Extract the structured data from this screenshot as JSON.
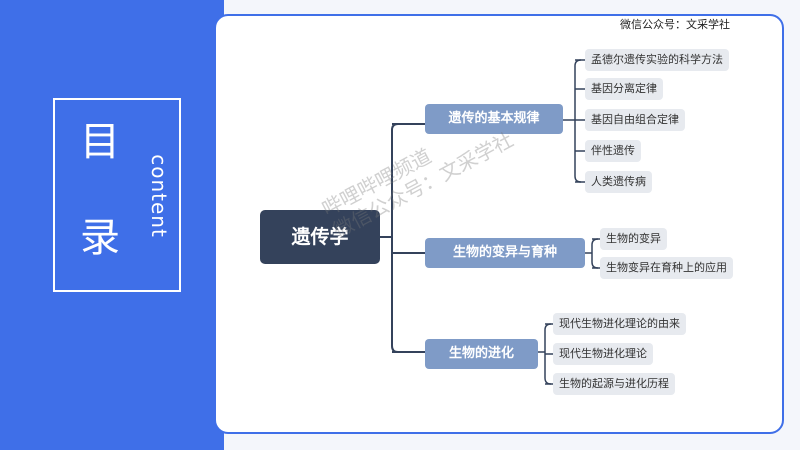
{
  "sidebar": {
    "title_char1": "目",
    "title_char2": "录",
    "subtitle": "content"
  },
  "header": {
    "watermark": "微信公众号：文采学社"
  },
  "mindmap": {
    "root": "遗传学",
    "branches": [
      {
        "label": "遗传的基本规律",
        "children": [
          "孟德尔遗传实验的科学方法",
          "基因分离定律",
          "基因自由组合定律",
          "伴性遗传",
          "人类遗传病"
        ]
      },
      {
        "label": "生物的变异与育种",
        "children": [
          "生物的变异",
          "生物变异在育种上的应用"
        ]
      },
      {
        "label": "生物的进化",
        "children": [
          "现代生物进化理论的由来",
          "现代生物进化理论",
          "生物的起源与进化历程"
        ]
      }
    ]
  },
  "overlay_watermark": {
    "line1": "哔哩哔哩频道",
    "line2": "微信公众号：文采学社"
  },
  "colors": {
    "accent": "#3f6fe8",
    "root_bg": "#34425b",
    "branch_bg": "#7f9bc7",
    "leaf_bg": "#e7eaef"
  }
}
